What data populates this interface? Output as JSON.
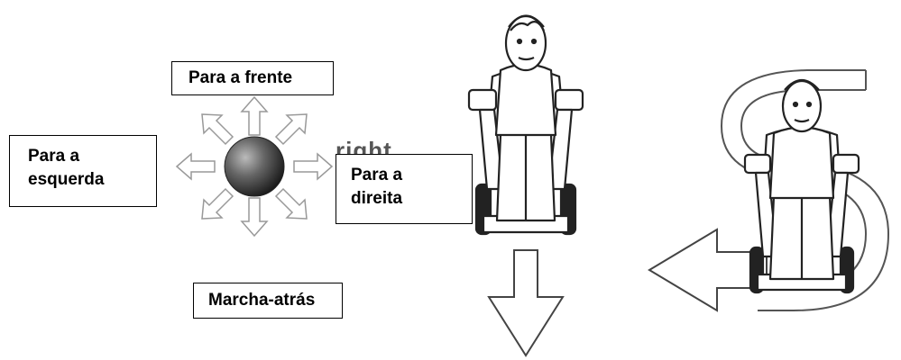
{
  "labels": {
    "forward": "Para a frente",
    "left_line1": "Para a",
    "left_line2": "esquerda",
    "right_line1": "Para a",
    "right_line2": "direita",
    "backward": "Marcha-atrás"
  },
  "ghost_text": "right",
  "icons": [
    "joystick-icon",
    "wheelchair-user-icon",
    "down-arrow-icon",
    "curved-s-arrow-icon",
    "left-arrow-icon"
  ],
  "colors": {
    "outline": "#333333",
    "joystick_ball": "#444444",
    "arrow_fill": "#ffffff"
  }
}
